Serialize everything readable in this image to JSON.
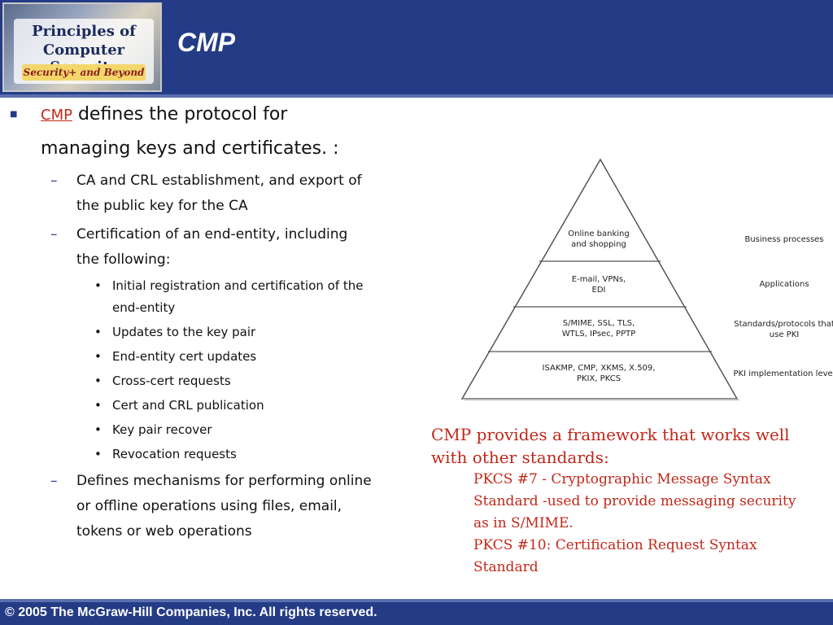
{
  "header": {
    "logo": {
      "line1": "Principles of",
      "line2": "Computer Security",
      "tagline": "Security+ and Beyond"
    },
    "title": "CMP"
  },
  "bullets": {
    "main_link": "CMP",
    "main_text_1": " defines the protocol for",
    "main_text_2": "managing keys and certificates. :",
    "sub1_a": "CA and CRL establishment, and export of",
    "sub1_b": "the public key for the CA",
    "sub2_a": "Certification of an end-entity, including",
    "sub2_b": "the following:",
    "items": [
      "Initial registration and certification of the",
      "end-entity",
      "Updates to the key pair",
      "End-entity cert updates",
      "Cross-cert requests",
      "Cert and CRL publication",
      "Key pair recover",
      "Revocation requests"
    ],
    "sub3_a": "Defines mechanisms for performing online",
    "sub3_b": "or offline operations using files, email,",
    "sub3_c": "tokens or web operations"
  },
  "pyramid": {
    "tiers": [
      {
        "l1": "Online banking",
        "l2": "and shopping",
        "side1": "Business processes",
        "side2": ""
      },
      {
        "l1": "E-mail, VPNs,",
        "l2": "EDI",
        "side1": "Applications",
        "side2": ""
      },
      {
        "l1": "S/MIME, SSL, TLS,",
        "l2": "WTLS, IPsec, PPTP",
        "side1": "Standards/protocols that",
        "side2": "use PKI"
      },
      {
        "l1": "ISAKMP, CMP, XKMS, X.509,",
        "l2": "PKIX, PKCS",
        "side1": "PKI implementation level",
        "side2": ""
      }
    ]
  },
  "note": {
    "lead_1": "CMP provides a framework that works well",
    "lead_2": "with other standards:",
    "pkcs7_a": "PKCS #7 - Cryptographic Message Syntax",
    "pkcs7_b": "Standard -used to provide messaging security",
    "pkcs7_c": "as in S/MIME.",
    "pkcs10_a": "PKCS #10: Certification Request Syntax",
    "pkcs10_b": "Standard"
  },
  "footer": {
    "copyright": "© 2005 The McGraw-Hill Companies, Inc. All rights reserved."
  },
  "colors": {
    "band": "#243b86",
    "accent_red": "#c0281a"
  }
}
